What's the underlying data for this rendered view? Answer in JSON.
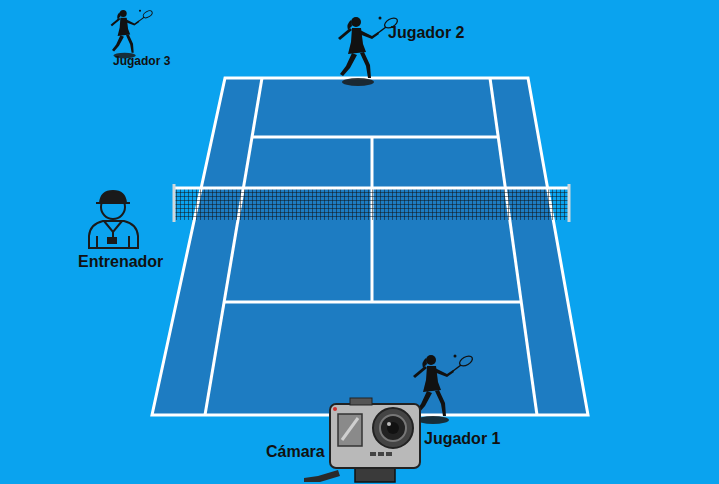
{
  "diagram": {
    "labels": [
      "Jugador 3",
      "Jugador 2",
      "Entrenador",
      "Cámara",
      "Jugador 1"
    ]
  }
}
